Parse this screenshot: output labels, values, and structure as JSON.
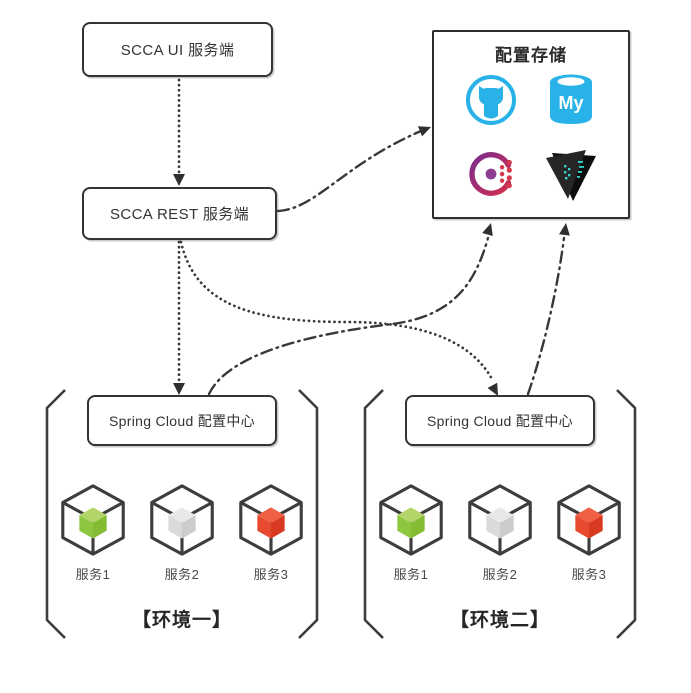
{
  "nodes": {
    "ui_server": {
      "label": "SCCA UI 服务端"
    },
    "rest_server": {
      "label": "SCCA REST 服务端"
    },
    "config_storage": {
      "title": "配置存储",
      "mysql_text": "My",
      "icons": [
        "github-icon",
        "mysql-icon",
        "consul-icon",
        "vault-icon"
      ]
    },
    "env1": {
      "label": "【环境一】",
      "config_center_label": "Spring Cloud 配置中心",
      "services": [
        {
          "label": "服务1",
          "top": "#b3d468",
          "left": "#8dc63f",
          "right": "#84bc34"
        },
        {
          "label": "服务2",
          "top": "#e8e8e8",
          "left": "#dadada",
          "right": "#cccccc"
        },
        {
          "label": "服务3",
          "top": "#ef6045",
          "left": "#e74a2e",
          "right": "#d83a21"
        }
      ]
    },
    "env2": {
      "label": "【环境二】",
      "config_center_label": "Spring Cloud 配置中心",
      "services": [
        {
          "label": "服务1",
          "top": "#b3d468",
          "left": "#8dc63f",
          "right": "#84bc34"
        },
        {
          "label": "服务2",
          "top": "#e8e8e8",
          "left": "#dadada",
          "right": "#cccccc"
        },
        {
          "label": "服务3",
          "top": "#ef6045",
          "left": "#e74a2e",
          "right": "#d83a21"
        }
      ]
    }
  },
  "edges": [
    {
      "from": "ui_server",
      "to": "rest_server",
      "style": "dotted"
    },
    {
      "from": "rest_server",
      "to": "config_storage",
      "style": "dash-dot"
    },
    {
      "from": "rest_server",
      "to": "env1_config_center",
      "style": "dotted"
    },
    {
      "from": "rest_server",
      "to": "env2_config_center",
      "style": "dotted"
    },
    {
      "from": "env1_config_center",
      "to": "config_storage",
      "style": "dash-dot"
    },
    {
      "from": "env2_config_center",
      "to": "config_storage",
      "style": "dash-dot"
    }
  ],
  "colors": {
    "line": "#383838",
    "border": "#343434",
    "cyan": "#29b2e8",
    "purple": "#7a2e8e",
    "crimson": "#d12d4e",
    "dot_red": "#d5394b",
    "center_dot": "#8b3d90",
    "teal": "#35d6c8",
    "vault_black": "#0d0d0d",
    "vault_gray": "#262626"
  }
}
